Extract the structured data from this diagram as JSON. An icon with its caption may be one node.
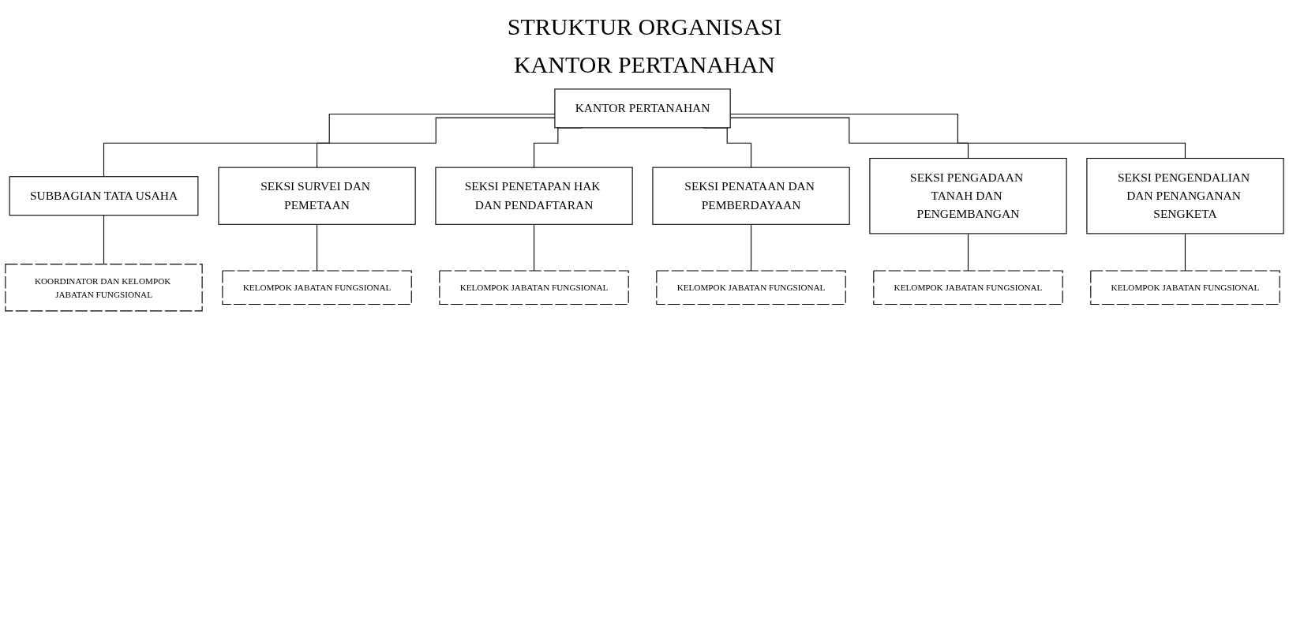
{
  "diagram": {
    "title": "STRUKTUR ORGANISASI KANTOR PERTANAHAN",
    "nodes": [
      {
        "text": [
          "KANTOR PERTANAHAN"
        ]
      },
      {
        "text": [
          "SUBBAGIAN TATA USAHA"
        ]
      },
      {
        "text": [
          "KOORDINATOR DAN KELOMPOK JABATAN FUNGSIONAL"
        ]
      },
      {
        "text": [
          "SEKSI SURVEI DAN PEMETAAN"
        ]
      },
      {
        "text": [
          "SEKSI PENETAPAN HAK DAN PENDAFTARAN"
        ]
      },
      {
        "text": [
          "SEKSI PENATAAN DAN PEMBERDAYAAN"
        ]
      },
      {
        "text": [
          "SEKSI PENGADAAN TANAH DAN PENGEMBANGAN"
        ]
      },
      {
        "text": [
          "SEKSI PENGENDALIAN DAN PENANGANAN SENGKETA"
        ]
      },
      {
        "text": [
          "KELOMPOK JABATAN FUNGSIONAL"
        ]
      },
      {
        "text": [
          "KELOMPOK JABATAN FUNGSIONAL"
        ]
      },
      {
        "text": [
          "KELOMPOK JABATAN FUNGSIONAL"
        ]
      },
      {
        "text": [
          "KELOMPOK JABATAN FUNGSIONAL"
        ]
      },
      {
        "text": [
          "KELOMPOK JABATAN FUNGSIONAL"
        ]
      }
    ],
    "edges": [
      {
        "from": 0,
        "to": 1,
        "arrow": "none"
      },
      {
        "from": 1,
        "to": 2,
        "arrow": "none"
      },
      {
        "from": 0,
        "to": 3,
        "arrow": "none"
      },
      {
        "from": 0,
        "to": 4,
        "arrow": "none"
      },
      {
        "from": 0,
        "to": 5,
        "arrow": "none"
      },
      {
        "from": 0,
        "to": 6,
        "arrow": "none"
      },
      {
        "from": 0,
        "to": 7,
        "arrow": "none"
      },
      {
        "from": 3,
        "to": 8,
        "arrow": "none"
      },
      {
        "from": 4,
        "to": 9,
        "arrow": "none"
      },
      {
        "from": 5,
        "to": 10,
        "arrow": "none"
      },
      {
        "from": 6,
        "to": 11,
        "arrow": "none"
      },
      {
        "from": 7,
        "to": 12,
        "arrow": "none"
      }
    ]
  }
}
